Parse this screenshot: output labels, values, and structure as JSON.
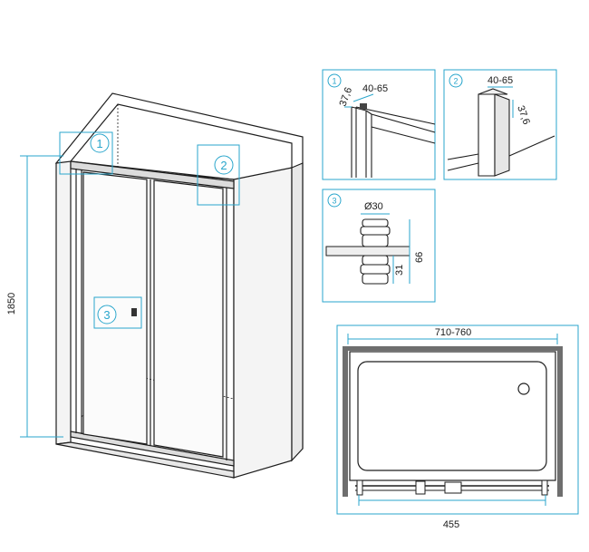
{
  "colors": {
    "accent": "#2aa6cc",
    "line": "#1e1e1e",
    "fill": "#f4f4f4"
  },
  "main_view": {
    "height_label": "1850",
    "callouts": [
      "1",
      "2",
      "3"
    ]
  },
  "detail_1": {
    "number": "1",
    "top_dim": "40-65",
    "side_dim": "37,6"
  },
  "detail_2": {
    "number": "2",
    "top_dim": "40-65",
    "side_dim": "37,6"
  },
  "detail_3": {
    "number": "3",
    "diameter": "Ø30",
    "dim_inner": "31",
    "dim_outer": "66"
  },
  "plan_view": {
    "width_label": "710-760",
    "bottom_label": "455"
  }
}
